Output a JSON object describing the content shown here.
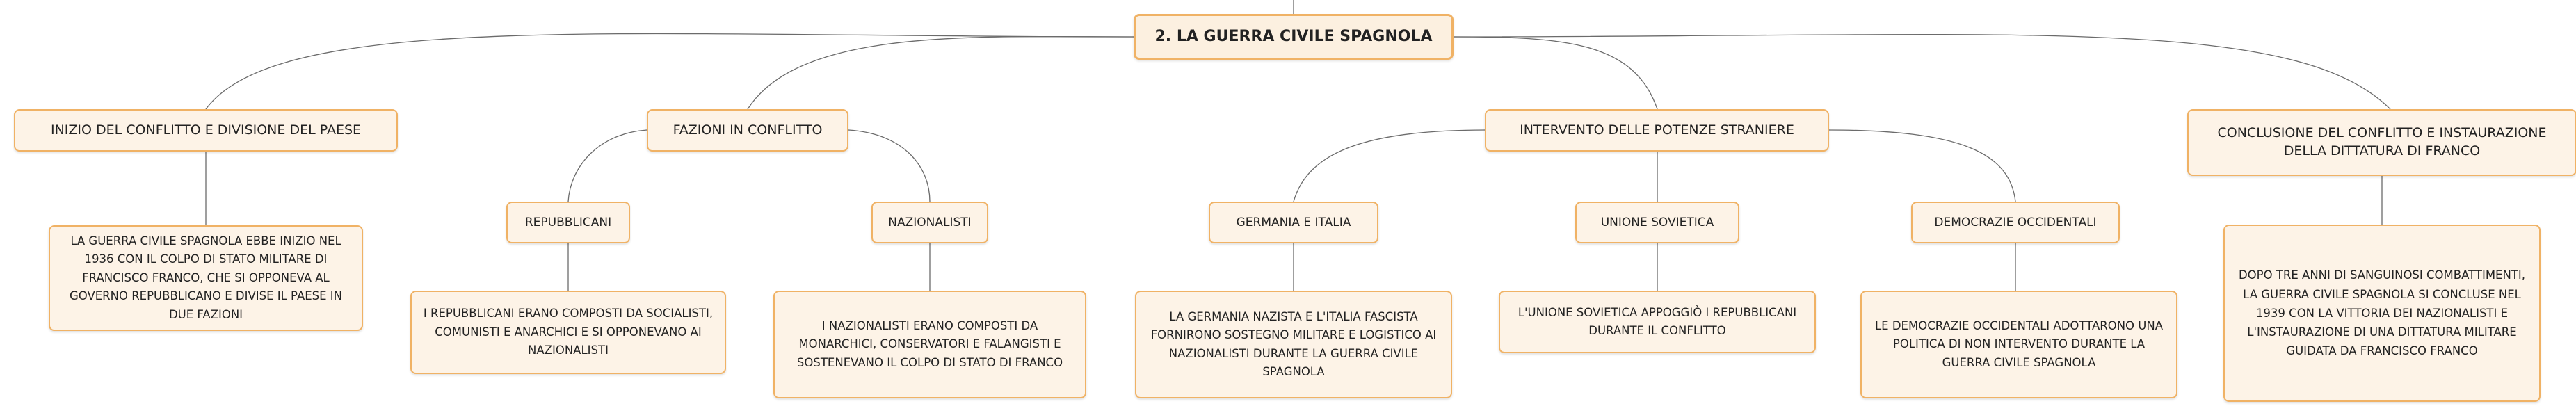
{
  "root": {
    "title": "2. LA GUERRA CIVILE SPAGNOLA"
  },
  "inizio": {
    "title": "INIZIO DEL CONFLITTO E DIVISIONE DEL PAESE",
    "text": "LA GUERRA CIVILE SPAGNOLA EBBE INIZIO NEL 1936 CON IL COLPO DI STATO MILITARE DI FRANCISCO FRANCO, CHE SI OPPONEVA AL GOVERNO REPUBBLICANO E DIVISE IL PAESE IN DUE FAZIONI"
  },
  "fazioni": {
    "title": "FAZIONI IN CONFLITTO",
    "repubblicani": {
      "title": "REPUBBLICANI",
      "text": "I REPUBBLICANI ERANO COMPOSTI DA SOCIALISTI, COMUNISTI E ANARCHICI E SI OPPONEVANO AI NAZIONALISTI"
    },
    "nazionalisti": {
      "title": "NAZIONALISTI",
      "text": "I NAZIONALISTI ERANO COMPOSTI DA MONARCHICI, CONSERVATORI E FALANGISTI E SOSTENEVANO IL COLPO DI STATO DI FRANCO"
    }
  },
  "intervento": {
    "title": "INTERVENTO DELLE POTENZE STRANIERE",
    "germania": {
      "title": "GERMANIA E ITALIA",
      "text": "LA GERMANIA NAZISTA E L'ITALIA FASCISTA FORNIRONO SOSTEGNO MILITARE E LOGISTICO AI NAZIONALISTI DURANTE LA GUERRA CIVILE SPAGNOLA"
    },
    "urss": {
      "title": "UNIONE SOVIETICA",
      "text": "L'UNIONE SOVIETICA APPOGGIÒ I REPUBBLICANI DURANTE IL CONFLITTO"
    },
    "democrazie": {
      "title": "DEMOCRAZIE OCCIDENTALI",
      "text": "LE DEMOCRAZIE OCCIDENTALI ADOTTARONO UNA POLITICA DI NON INTERVENTO DURANTE LA GUERRA CIVILE SPAGNOLA"
    }
  },
  "conclusione": {
    "title": "CONCLUSIONE DEL CONFLITTO E INSTAURAZIONE DELLA DITTATURA DI FRANCO",
    "text": "DOPO TRE ANNI DI SANGUINOSI COMBATTIMENTI, LA GUERRA CIVILE SPAGNOLA SI CONCLUSE NEL 1939 CON LA VITTORIA DEI NAZIONALISTI E L'INSTAURAZIONE DI UNA DITTATURA MILITARE GUIDATA DA FRANCISCO FRANCO"
  }
}
